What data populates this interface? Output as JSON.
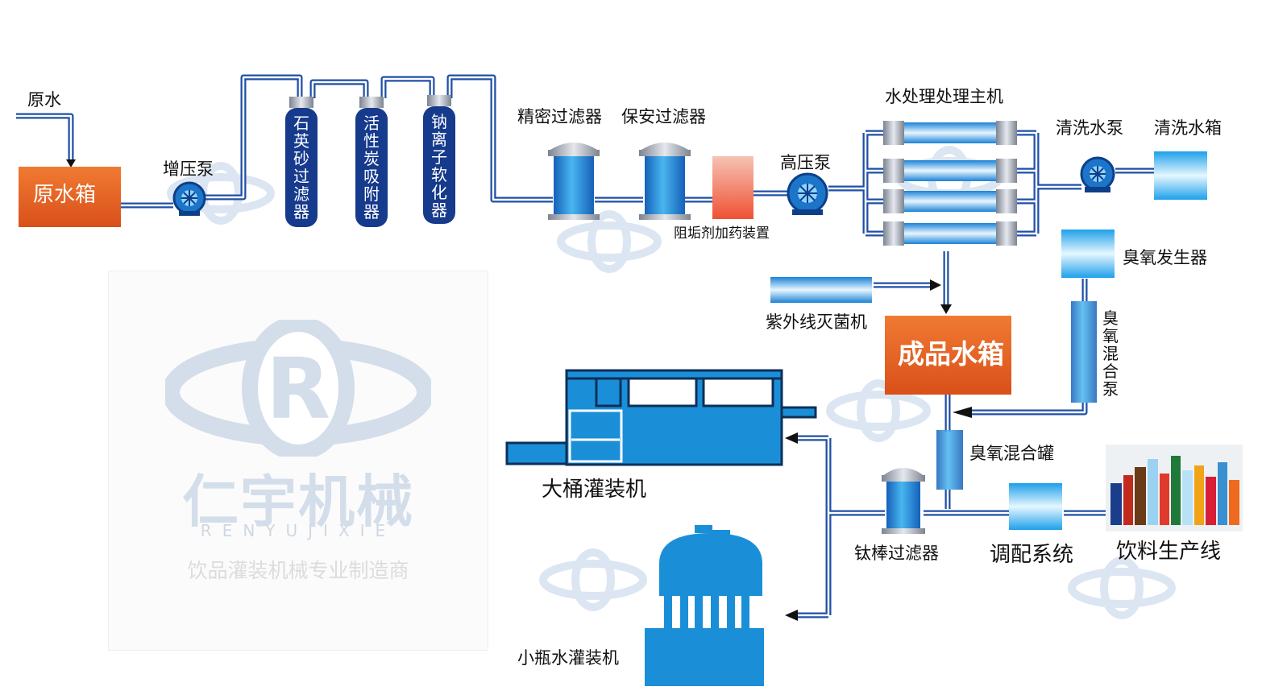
{
  "labels": {
    "raw_water": "原水",
    "raw_water_tank": "原水箱",
    "booster_pump": "增压泵",
    "quartz_sand_filter": "石英砂过滤器",
    "activated_carbon_filter": "活性炭吸附器",
    "sodium_softener": "钠离子软化器",
    "precision_filter": "精密过滤器",
    "security_filter": "保安过滤器",
    "antiscalant_dosing": "阻垢剂加药装置",
    "high_pressure_pump": "高压泵",
    "main_unit": "水处理处理主机",
    "cleaning_pump": "清洗水泵",
    "cleaning_tank": "清洗水箱",
    "ozone_generator": "臭氧发生器",
    "uv_sterilizer": "紫外线灭菌机",
    "product_water_tank": "成品水箱",
    "ozone_mixing_pump": "臭氧混合泵",
    "ozone_mixing_tank": "臭氧混合罐",
    "barrel_filler": "大桶灌装机",
    "titanium_filter": "钛棒过滤器",
    "blending_system": "调配系统",
    "beverage_line": "饮料生产线",
    "bottle_filler": "小瓶水灌装机"
  },
  "watermark": {
    "brand_cn": "仁宇机械",
    "brand_latin": "RENYUJIXIE",
    "slogan": "饮品灌装机械专业制造商"
  },
  "colors": {
    "tank_orange": "#e8581e",
    "pipe_blue": "#1f4fa5",
    "equipment_blue": "#1a8fd8",
    "vessel_navy": "#163a8c",
    "watermark": "#d3deea"
  }
}
